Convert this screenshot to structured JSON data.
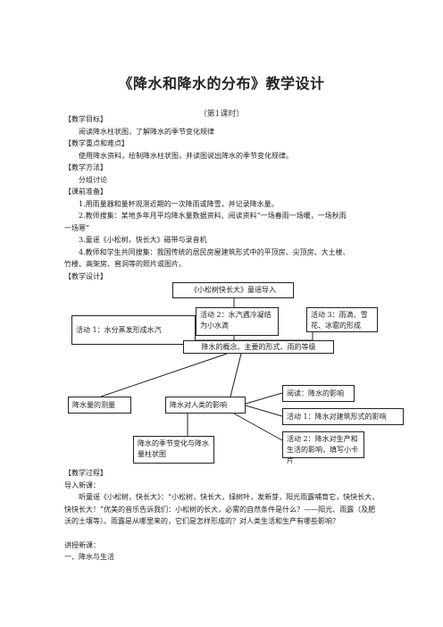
{
  "title": "《降水和降水的分布》教学设计",
  "subtitle": "（第1课时）",
  "sections": {
    "goal_header": "【教学目标】",
    "goal_text": "阅读降水柱状图，了解降水的季节变化规律",
    "key_header": "【教学重点和难点】",
    "key_text": "使用降水资料，绘制降水柱状图，并读图说出降水的季节变化规律。",
    "method_header": "【教学方法】",
    "method_text": "分组讨论",
    "prep_header": "【课前准备】",
    "prep_1": "1.用雨量器和量杯观测近期的一次降雨或降雪，并记录降水量。",
    "prep_2a": "2.教师搜集：某地多年月平均降水量数据资料、阅读资料“一场春雨一场暖，一场秋雨",
    "prep_2b": "一场寒”",
    "prep_3": "3.童谣《小松树，快长大》磁带与录音机",
    "prep_4a": "4.教师和学生共同搜集：我国传统的居民房屋建筑形式中的平顶房、尖顶房、大土楼、",
    "prep_4b": "竹楼、高架房、窖洞等的照片或图片。",
    "design_header": "【教学设计】"
  },
  "diagram": {
    "intro": "《小松树快长大》童谣导入",
    "act1": "活动 1：水分蒸发形成水汽",
    "act2": "活动 2：水汽遇冷凝结为小水滴",
    "act3": "活动 3：雨滴、雪花、冰雹的形成",
    "concept": "降水的概念、主要的形式、雨的等级",
    "measure": "降水量的测量",
    "impact": "降水对人类的影响",
    "read": "阅读：降水的影响",
    "act_build": "活动 1：降水对建筑形式的影响",
    "act_life": "活动 2：降水对生产和生活的影响，填写小卡片",
    "season": "降水的季节变化与降水量柱状图"
  },
  "process": {
    "header": "【教学过程】",
    "intro_label": "导入新课：",
    "intro_text": "听童谣《小松树，快长大》：“小松树，快长大，绿树叶，发新芽，阳光雨露哺育它，快快长大，快快长大！”优美的音乐告诉我们：小松树的长大，必需的自然条件是什么？——阳光、雨露（及肥沃的土壤等）。雨露是从哪里来的，它们是怎样形成的？对人类生活和生产有哪些影响？",
    "new_label": "讲授新课：",
    "section1": "一、降水与生活"
  }
}
